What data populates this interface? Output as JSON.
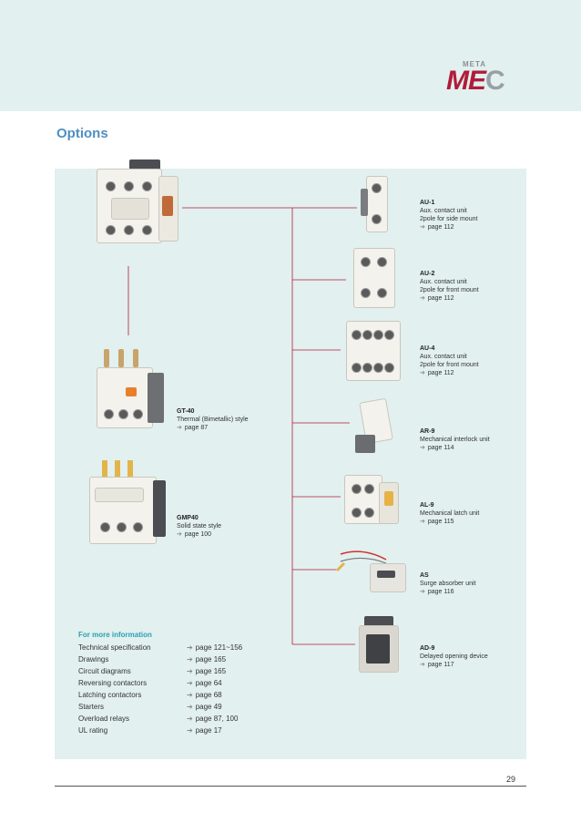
{
  "logo": {
    "meta": "META",
    "mec_main": "ME",
    "mec_c": "C"
  },
  "section_title": "Options",
  "options": [
    {
      "code": "AU-1",
      "lines": [
        "Aux. contact unit",
        "2pole for side mount"
      ],
      "page": "page 112"
    },
    {
      "code": "AU-2",
      "lines": [
        "Aux. contact unit",
        "2pole for front mount"
      ],
      "page": "page 112"
    },
    {
      "code": "AU-4",
      "lines": [
        "Aux. contact unit",
        "2pole for front mount"
      ],
      "page": "page 112"
    },
    {
      "code": "AR-9",
      "lines": [
        "Mechanical interlock unit"
      ],
      "page": "page 114"
    },
    {
      "code": "AL-9",
      "lines": [
        "Mechanical latch unit"
      ],
      "page": "page 115"
    },
    {
      "code": "AS",
      "lines": [
        "Surge absorber unit"
      ],
      "page": "page 116"
    },
    {
      "code": "AD-9",
      "lines": [
        "Delayed opening device"
      ],
      "page": "page 117"
    }
  ],
  "relays": [
    {
      "code": "GT-40",
      "lines": [
        "Thermal (Bimetallic) style"
      ],
      "page": "page 87"
    },
    {
      "code": "GMP40",
      "lines": [
        "Solid state style"
      ],
      "page": "page 100"
    }
  ],
  "more_info": {
    "title": "For more information",
    "rows": [
      {
        "label": "Technical specification",
        "page": "page 121~156"
      },
      {
        "label": "Drawings",
        "page": "page 165"
      },
      {
        "label": "Circuit diagrams",
        "page": "page 165"
      },
      {
        "label": "Reversing contactors",
        "page": "page 64"
      },
      {
        "label": "Latching contactors",
        "page": "page 68"
      },
      {
        "label": "Starters",
        "page": "page 49"
      },
      {
        "label": "Overload relays",
        "page": "page 87, 100"
      },
      {
        "label": "UL rating",
        "page": "page 17"
      }
    ]
  },
  "page_number": "29",
  "colors": {
    "header_bg": "#e2f0ef",
    "title": "#4d8fc4",
    "connector": "#b01c3a",
    "info_title": "#2a9fb2"
  },
  "icons": {
    "arrow": "right-arrow-icon"
  }
}
